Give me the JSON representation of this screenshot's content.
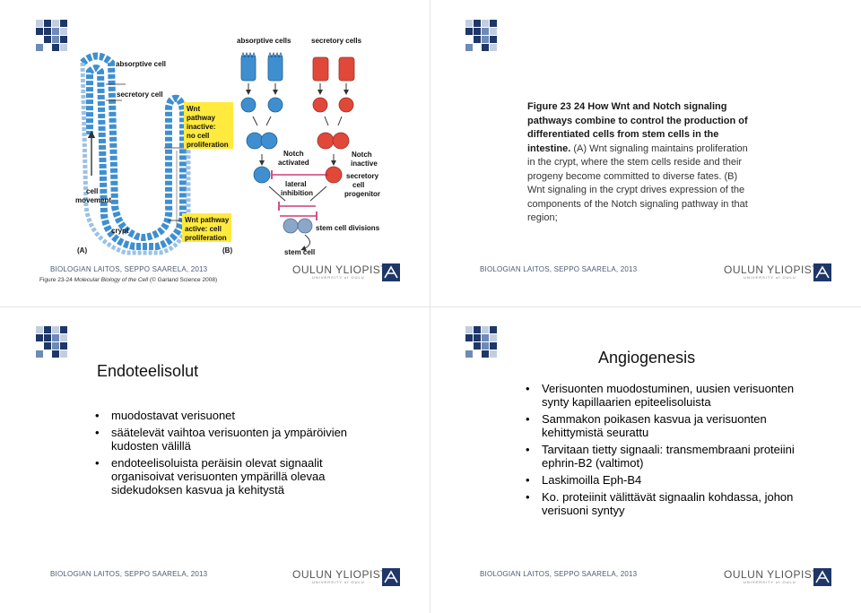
{
  "footer": {
    "department": "BIOLOGIAN LAITOS, SEPPO SAARELA, 2013",
    "university": "OULUN YLIOPISTO",
    "university_sub": "UNIVERSITY of OULU"
  },
  "slide1": {
    "figure_labels": {
      "absorptive_cells": "absorptive cells",
      "secretory_cells": "secretory cells",
      "absorptive_cell": "absorptive cell",
      "secretory_cell": "secretory cell",
      "wnt_inactive": [
        "Wnt",
        "pathway",
        "inactive:",
        "no cell",
        "proliferation"
      ],
      "wnt_active": [
        "Wnt pathway",
        "active: cell",
        "proliferation"
      ],
      "cell_movement": [
        "cell",
        "movement"
      ],
      "crypt": "crypt",
      "panel_a": "(A)",
      "panel_b": "(B)",
      "notch_activated": [
        "Notch",
        "activated"
      ],
      "lateral_inhibition": [
        "lateral",
        "inhibition"
      ],
      "notch_inactive": [
        "Notch",
        "inactive"
      ],
      "secretory_progenitor": [
        "secretory",
        "cell",
        "progenitor"
      ],
      "stem_cell_divisions": "stem cell divisions",
      "stem_cell": "stem cell"
    },
    "credit_prefix": "Figure 23-24",
    "credit_italic": "Molecular Biology of the Cell",
    "credit_suffix": "(© Garland Science 2008)"
  },
  "slide2": {
    "caption_bold": "Figure 23 24 How Wnt and Notch signaling pathways combine to control the production of differentiated cells from stem cells in the intestine.",
    "caption_text": " (A) Wnt signaling maintains proliferation in the crypt, where the stem cells reside and their progeny become committed to diverse fates. (B) Wnt signaling in the crypt drives expression of the components of the Notch signaling pathway in that region;"
  },
  "slide3": {
    "title": "Endoteelisolut",
    "bullets": [
      "muodostavat verisuonet",
      "säätelevät vaihtoa verisuonten ja ympäröivien kudosten välillä",
      "endoteelisoluista peräisin olevat signaalit organisoivat verisuonten ympärillä olevaa sidekudoksen kasvua ja kehitystä"
    ]
  },
  "slide4": {
    "title": "Angiogenesis",
    "bullets": [
      "Verisuonten muodostuminen, uusien verisuonten synty kapillaarien epiteelisoluista",
      "Sammakon poikasen kasvua ja verisuonten kehittymistä seurattu",
      "Tarvitaan tietty signaali: transmembraani proteiini ephrin-B2 (valtimot)",
      "Laskimoilla Eph-B4",
      "Ko. proteiinit välittävät signaalin kohdassa, johon verisuoni syntyy"
    ]
  },
  "colors": {
    "mosaic_dark": "#1e3768",
    "mosaic_mid": "#6d8ab8",
    "mosaic_light": "#c2cee0",
    "blue_cell": "#3f8fd0",
    "red_cell": "#e0483a",
    "yellow_box": "#ffea3d",
    "notch_red": "#c2185b"
  }
}
